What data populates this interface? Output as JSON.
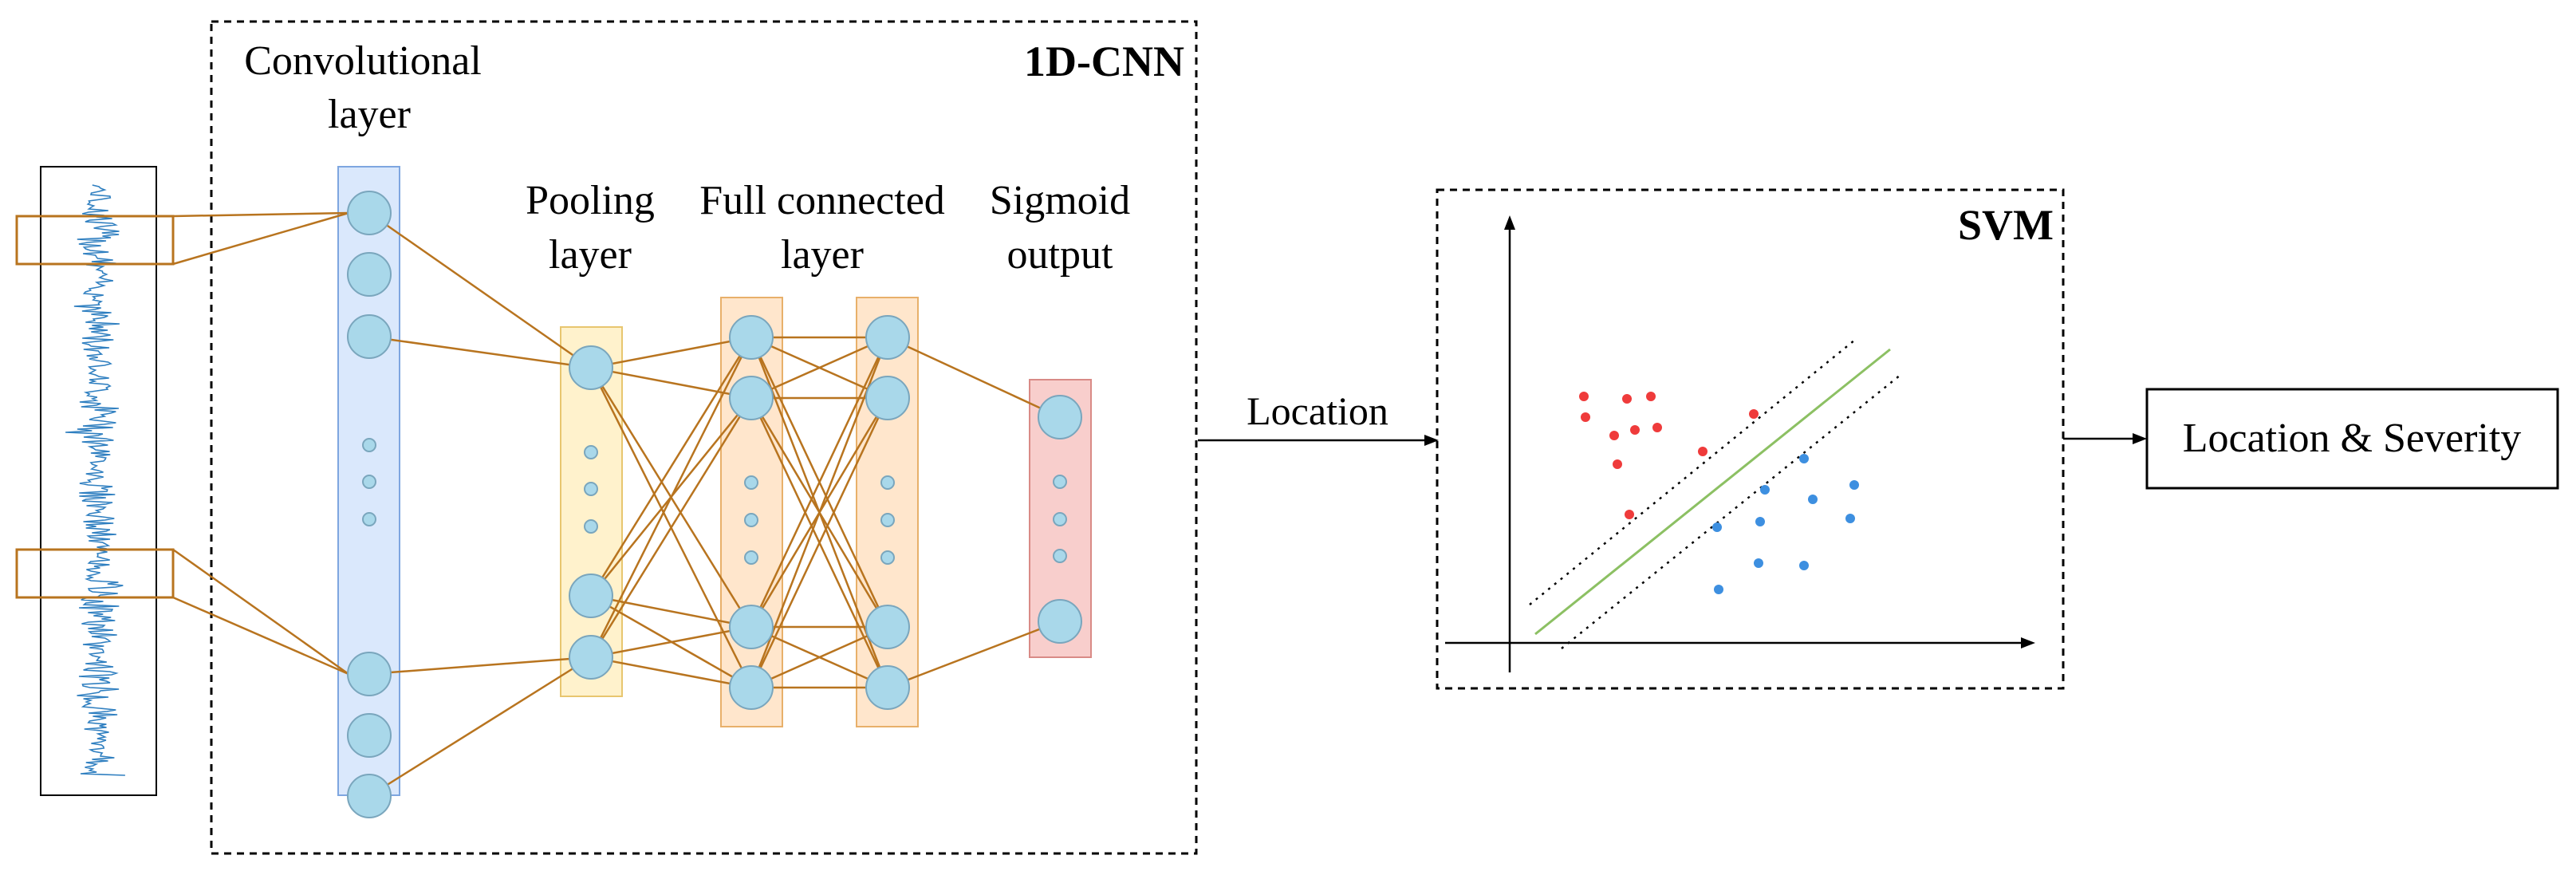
{
  "cnn": {
    "title": "1D-CNN",
    "conv_label": [
      "Convolutional",
      "layer"
    ],
    "pool_label": [
      "Pooling",
      "layer"
    ],
    "fc_label": [
      "Full connected",
      "layer"
    ],
    "sig_label": [
      "Sigmoid",
      "output"
    ]
  },
  "arrow_label": "Location",
  "svm": {
    "title": "SVM",
    "class_a_color": "#ef3b3b",
    "class_b_color": "#3d8fe0",
    "hyperplane_color": "#8cc063"
  },
  "output_label": "Location & Severity",
  "colors": {
    "connection": "#b8741f",
    "node": "#a9d8ea",
    "conv_band": "#dae8fc",
    "conv_band_stroke": "#7ea6e0",
    "pool_band": "#fff2cc",
    "pool_band_stroke": "#e8c66f",
    "fc_band": "#ffe6cc",
    "fc_band_stroke": "#e8b06a",
    "sig_band": "#f8cecc",
    "sig_band_stroke": "#d98a86",
    "signal": "#2f7fc0"
  }
}
